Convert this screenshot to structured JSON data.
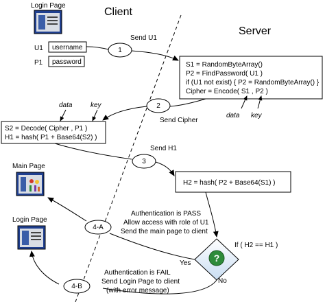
{
  "labels": {
    "client": "Client",
    "server": "Server",
    "login_page_top": "Login Page",
    "main_page": "Main Page",
    "login_page_bottom": "Login Page",
    "u1": "U1",
    "p1": "P1",
    "username": "username",
    "password": "password",
    "data_left": "data",
    "key_left": "key",
    "data_right": "data",
    "key_right": "key"
  },
  "server_box": [
    "S1 = RandomByteArray()",
    "P2 = FindPassword( U1 )",
    "if (U1 not exist) { P2 = RandomByteArray() }",
    "Cipher = Encode( S1 , P2 )"
  ],
  "decode_box": [
    "S2 = Decode( Cipher , P1 )",
    "H1 = hash( P1 + Base64(S2) )"
  ],
  "hash_box": "H2 = hash( P2 + Base64(S1) )",
  "steps": {
    "s1": "1",
    "s1_label": "Send U1",
    "s2": "2",
    "s2_label": "Send Cipher",
    "s3": "3",
    "s3_label": "Send H1",
    "s4a": "4-A",
    "s4a_lines": [
      "Authentication is PASS",
      "Allow access with role of U1",
      "Send the main page to client"
    ],
    "s4b": "4-B",
    "s4b_lines": [
      "Authentication is FAIL",
      "Send Login Page to client",
      "(with error message)"
    ]
  },
  "decision": {
    "condition": "If ( H2 == H1 )",
    "yes": "Yes",
    "no": "No",
    "symbol": "?"
  }
}
